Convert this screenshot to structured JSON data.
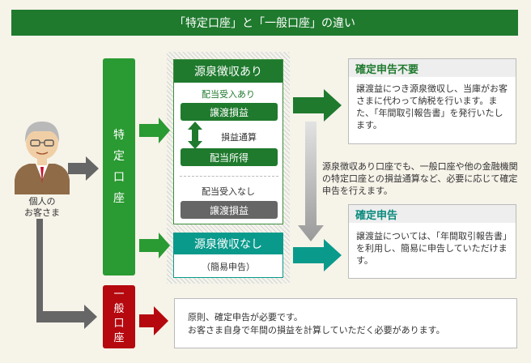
{
  "title": "「特定口座」と「一般口座」の違い",
  "person": {
    "label_line1": "個人の",
    "label_line2": "お客さま"
  },
  "tokutei": {
    "chars": [
      "特",
      "定",
      "口",
      "座"
    ]
  },
  "ippan": {
    "chars": [
      "一",
      "般",
      "口",
      "座"
    ]
  },
  "withholding_yes": {
    "header": "源泉徴収あり",
    "dividend_yes": "配当受入あり",
    "gain": "譲渡損益",
    "netting": "損益通算",
    "dividend_income": "配当所得",
    "dividend_no": "配当受入なし",
    "gain2": "譲渡損益"
  },
  "withholding_no": {
    "header": "源泉徴収なし",
    "sub": "（簡易申告）"
  },
  "result_no_filing": {
    "title": "確定申告不要",
    "text": "譲渡益につき源泉徴収し、当庫がお客さまに代わって納税を行います。また、「年間取引報告書」を発行いたします。"
  },
  "middle_note": "源泉徴収あり口座でも、一般口座や他の金融機関の特定口座との損益通算など、必要に応じて確定申告を行えます。",
  "result_filing": {
    "title": "確定申告",
    "text": "譲渡益については、「年間取引報告書」を利用し、簡易に申告していただけます。"
  },
  "result_ippan": {
    "line1": "原則、確定申告が必要です。",
    "line2": "お客さま自身で年間の損益を計算していただく必要があります。"
  },
  "colors": {
    "green": "#1f7a2e",
    "teal": "#0a9a8c",
    "red": "#b5090f",
    "gray": "#666666"
  }
}
